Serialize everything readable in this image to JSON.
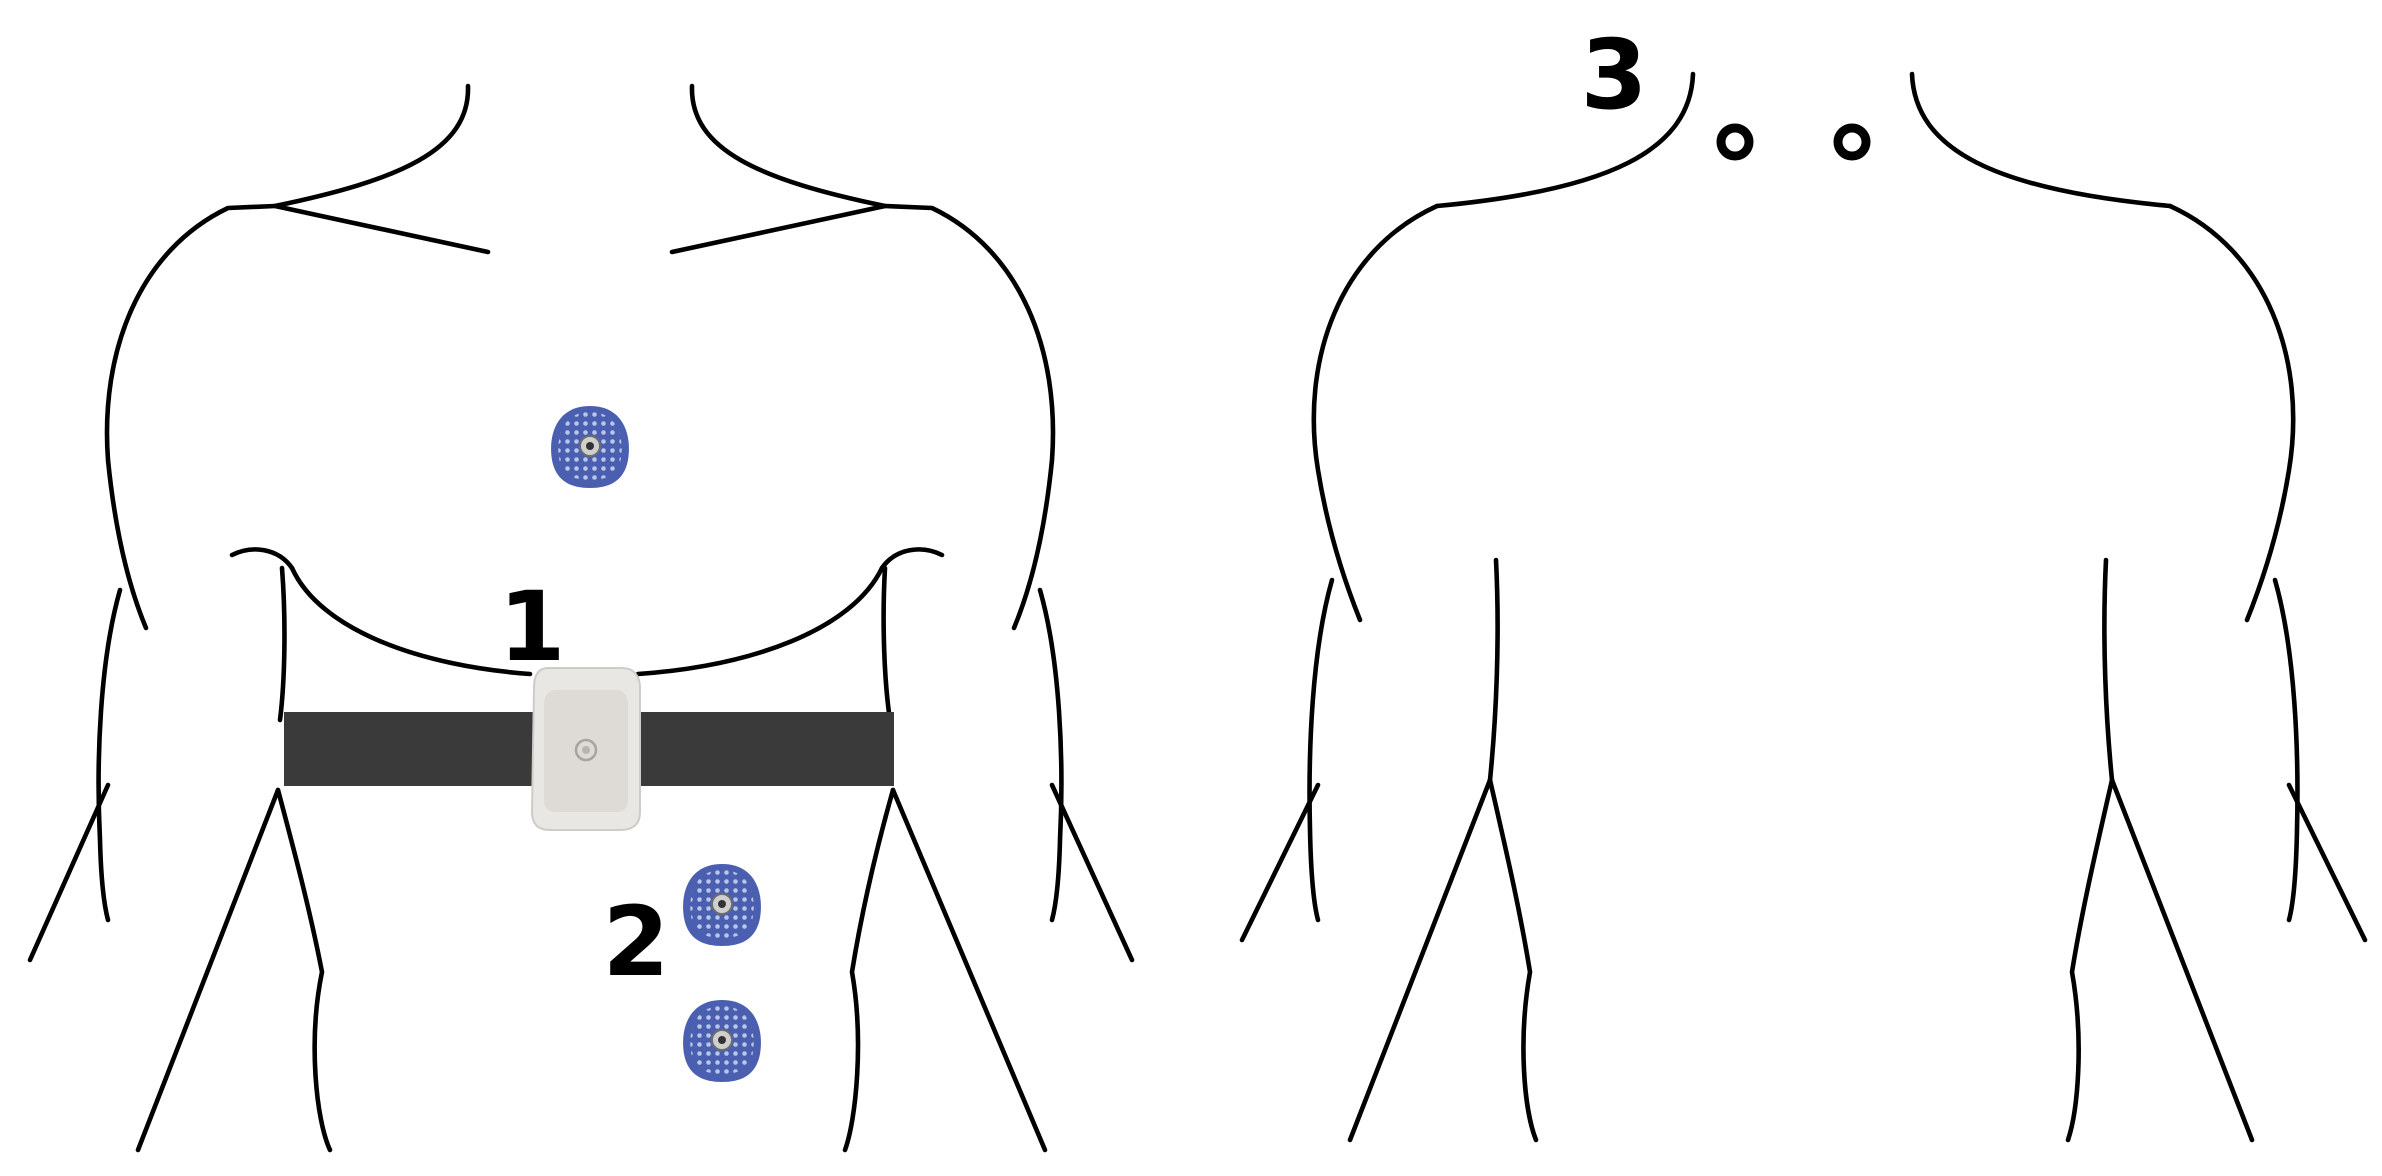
{
  "colors": {
    "outline": "#000000",
    "strap": "#3a3a3a",
    "device_body": "#e9e7e4",
    "device_face": "#dedbd7",
    "electrode_fill": "#4a5fb0",
    "electrode_pattern": "#b9c6ea",
    "electrode_snap": "#9a9a9a"
  },
  "views": [
    {
      "name": "front-torso"
    },
    {
      "name": "back-torso"
    }
  ],
  "markers": [
    {
      "label": "1",
      "item": "chest-strap-sensor"
    },
    {
      "label": "2",
      "item": "abdominal-electrodes"
    },
    {
      "label": "3",
      "item": "upper-back-marker-points"
    }
  ],
  "icons": [
    "electrode-icon",
    "sensor-device-icon",
    "marker-point-icon"
  ]
}
